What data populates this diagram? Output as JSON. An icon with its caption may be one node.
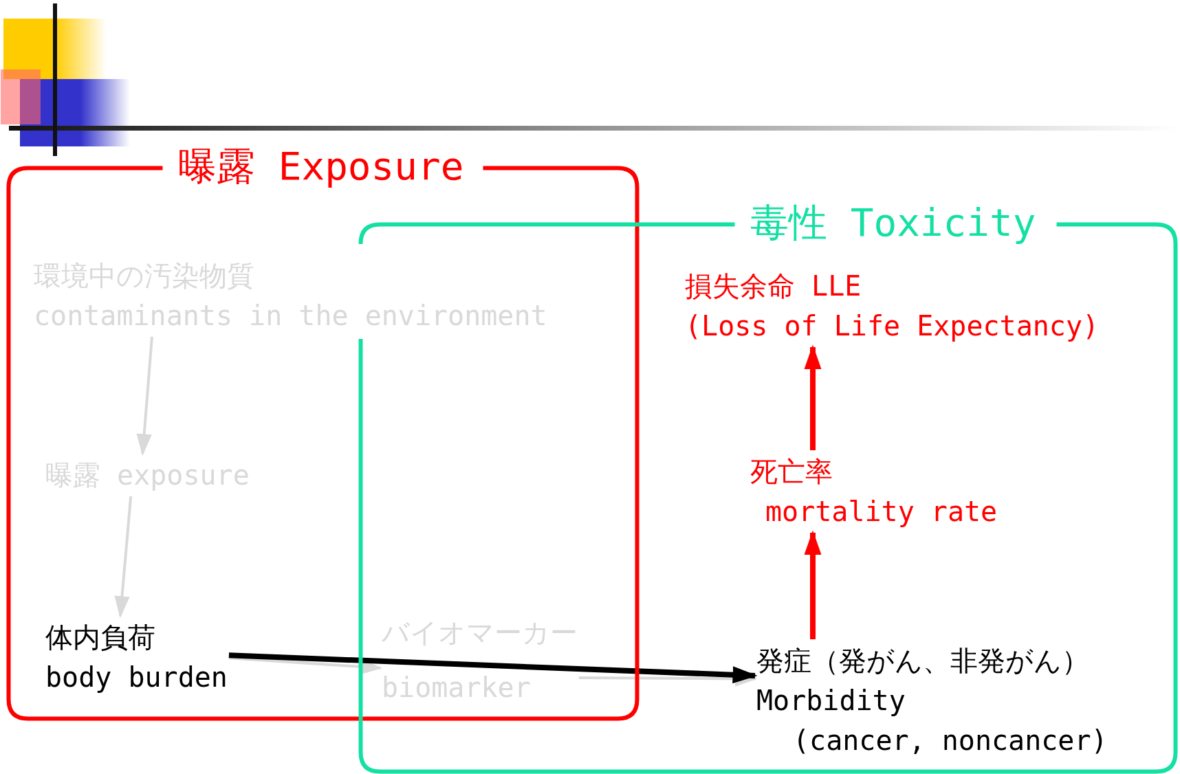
{
  "diagram": {
    "nodes": [
      {
        "text": [
          "曝露 Exposure"
        ]
      },
      {
        "text": [
          "毒性 Toxicity"
        ]
      },
      {
        "text": [
          "環境中の汚染物質",
          "contaminants in the environment"
        ],
        "in": 0
      },
      {
        "text": [
          "曝露 exposure"
        ],
        "in": 0
      },
      {
        "text": [
          "体内負荷",
          "body burden"
        ],
        "in": 0
      },
      {
        "text": [
          "バイオマーカー",
          "biomarker"
        ]
      },
      {
        "text": [
          "発症（発がん、非発がん）",
          "Morbidity",
          "(cancer, noncancer)"
        ],
        "in": 1
      },
      {
        "text": [
          "死亡率",
          "mortality rate"
        ],
        "in": 1
      },
      {
        "text": [
          "損失余命 LLE",
          "(Loss of Life Expectancy)"
        ],
        "in": 1
      }
    ],
    "edges": [
      {
        "from": 2,
        "to": 3,
        "arrow": "to"
      },
      {
        "from": 3,
        "to": 4,
        "arrow": "to"
      },
      {
        "from": 4,
        "to": 5,
        "arrow": "to"
      },
      {
        "from": 5,
        "to": 6,
        "arrow": "to"
      },
      {
        "from": 4,
        "to": 6,
        "arrow": "to",
        "style": "thick",
        "color": "#000000"
      },
      {
        "from": 6,
        "to": 7,
        "arrow": "to",
        "style": "thick",
        "color": "#ff0000"
      },
      {
        "from": 7,
        "to": 8,
        "arrow": "to",
        "style": "thick",
        "color": "#ff0000"
      }
    ]
  }
}
